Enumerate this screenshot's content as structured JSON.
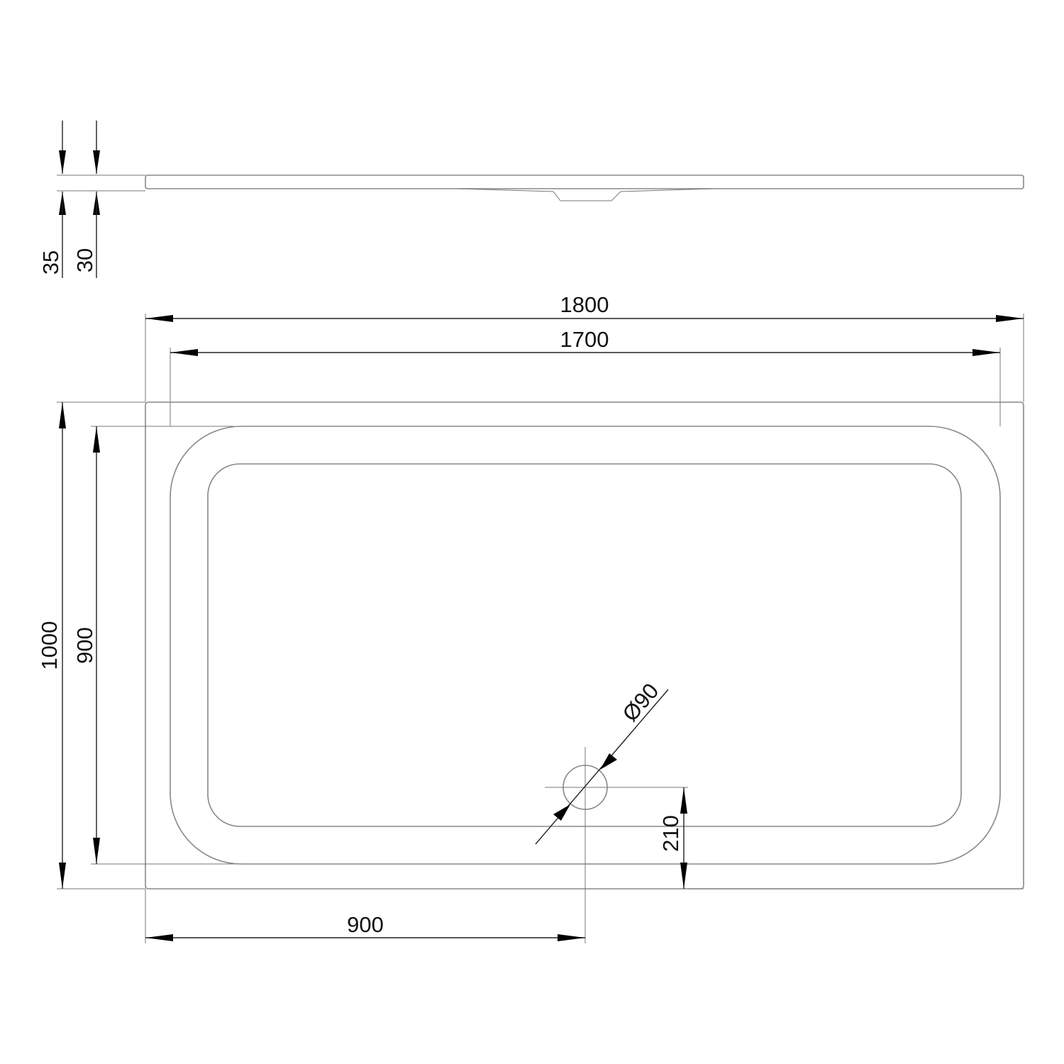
{
  "side_view": {
    "dim_total_height": "35",
    "dim_tray_height": "30"
  },
  "plan_view": {
    "dim_overall_length": "1800",
    "dim_inner_length": "1700",
    "dim_overall_width": "1000",
    "dim_inner_width": "900",
    "dim_waste_from_left": "900",
    "dim_waste_from_bottom": "210",
    "dim_waste_diameter": "Ø90"
  },
  "colors": {
    "outline": "#888888",
    "dimension": "#222222",
    "text": "#111111"
  }
}
